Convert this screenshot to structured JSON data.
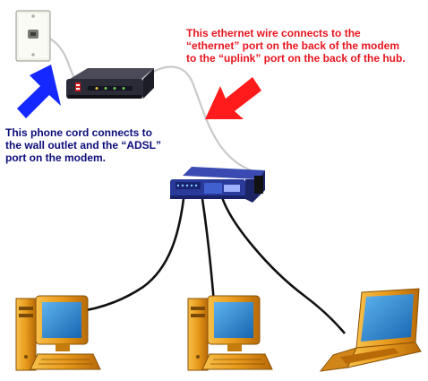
{
  "notes": {
    "ethernet": {
      "lines": [
        "This ethernet wire connects to the",
        "“ethernet” port on the back of the modem",
        "to the “uplink” port on the back of the hub."
      ],
      "color": "#e8141e"
    },
    "phone": {
      "lines": [
        "This phone cord connects to",
        "the wall outlet and the “ADSL”",
        "port on the modem."
      ],
      "color": "#0c0c7a"
    }
  },
  "colors": {
    "arrow_red": "#ff1b1b",
    "arrow_blue": "#1428ff",
    "cable_grey": "#c9c9c9",
    "cable_black": "#111111",
    "hub_blue": "#2a3a9a",
    "modem_dark": "#2b2b38",
    "computer_orange": "#e89a1c",
    "monitor_screen": "#1f7bc4"
  },
  "icons": [
    "wall-outlet-icon",
    "adsl-modem-icon",
    "network-hub-icon",
    "desktop-computer-icon",
    "laptop-icon"
  ]
}
